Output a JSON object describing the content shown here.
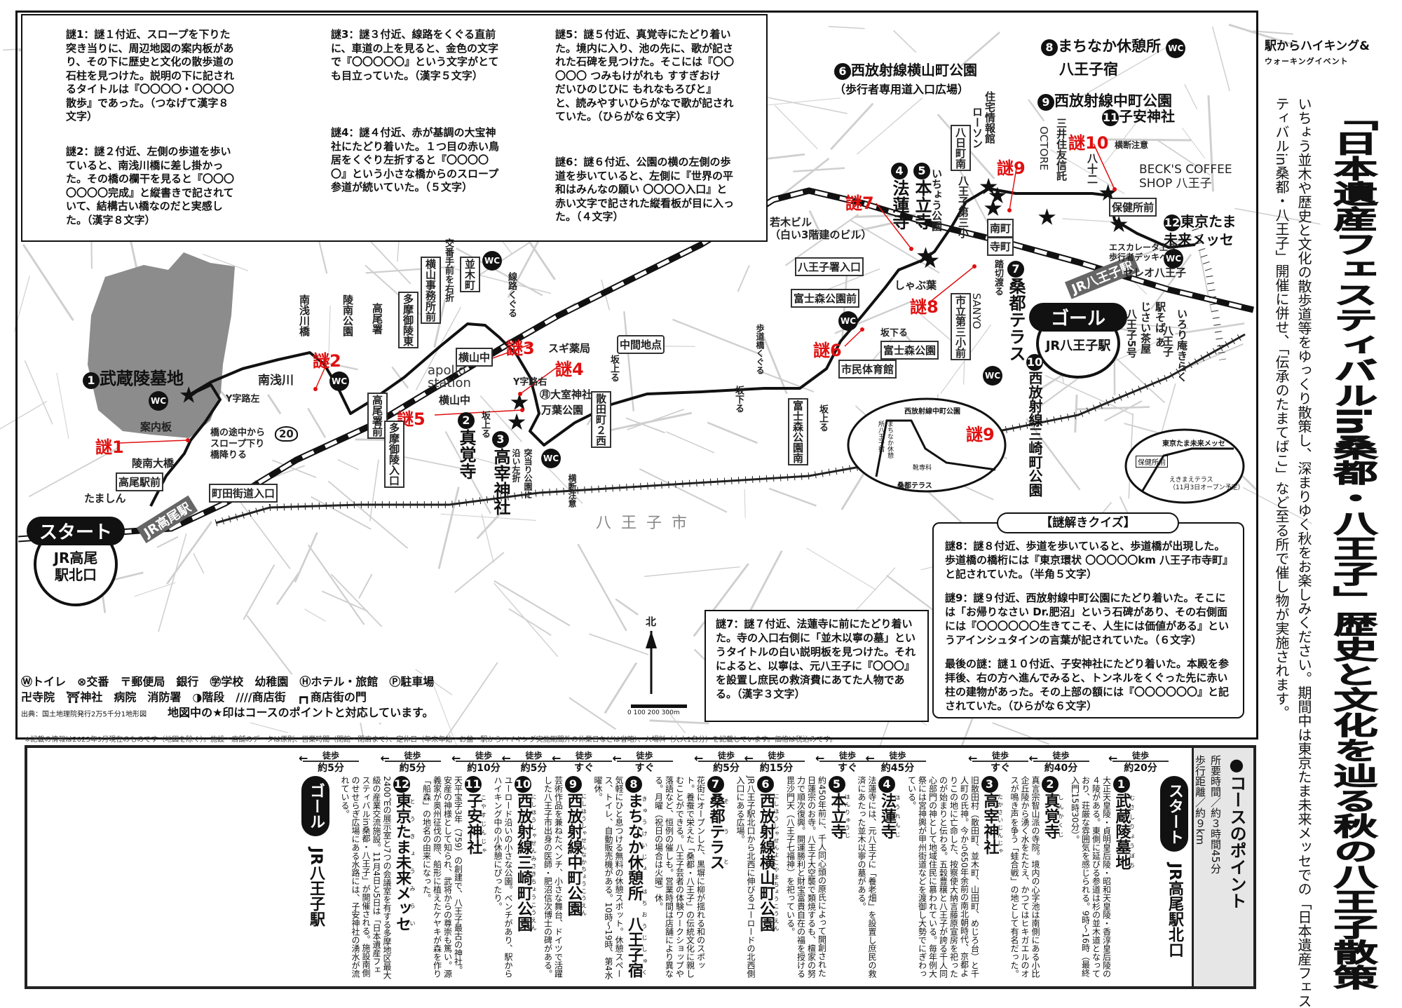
{
  "quiz_top": [
    {
      "label": "謎1",
      "text": "謎1：謎１付近、スロープを下りた突き当りに、周辺地図の案内板があり、その下に歴史と文化の散歩道の石柱を見つけた。説明の下に記されるタイトルは『〇〇〇〇・〇〇〇〇散歩』であった。（つなげて漢字８文字）"
    },
    {
      "label": "謎2",
      "text": "謎2：謎２付近、左側の歩道を歩いていると、南浅川橋に差し掛かった。その橋の欄干を見ると『〇〇〇〇〇〇〇完成』と縦書きで記されていて、結構古い橋なのだと実感した。（漢字８文字）"
    },
    {
      "label": "謎3",
      "text": "謎3：謎３付近、線路をくぐる直前に、車道の上を見ると、金色の文字で『〇〇〇〇〇』という文字がとても目立っていた。（漢字５文字）"
    },
    {
      "label": "謎4",
      "text": "謎4：謎４付近、赤が基調の大宝神社にたどり着いた。１つ目の赤い鳥居をくぐり左折すると『〇〇〇〇〇』という小さな橋からのスロープ参道が続いていた。（５文字）"
    },
    {
      "label": "謎5",
      "text": "謎5：謎５付近、真覚寺にたどり着いた。境内に入り、池の先に、歌が記された石碑を見つけた。そこには『〇〇〇〇〇 つみもけがれも すすぎおけ だいひのじひに もれなもろびと』と、読みやすいひらがなで歌が記されていた。（ひらがな６文字）"
    },
    {
      "label": "謎6",
      "text": "謎6：謎６付近、公園の横の左側の歩道を歩いていると、左側に『世界の平和はみんなの願い 〇〇〇〇入口』と赤い文字で記された縦看板が目に入った。（４文字）"
    }
  ],
  "quiz_7": "謎7：謎７付近、法蓮寺に前にたどり着いた。寺の入口右側に「並木以寧の墓」というタイトルの白い説明板を見つけた。それによると、以寧は、元八王子に『〇〇〇』を設置し庶民の救済費にあてた人物である。（漢字３文字）",
  "quiz_right": {
    "title": "【謎解きクイズ】",
    "items": [
      "謎8：謎８付近、歩道を歩いていると、歩道橋が出現した。歩道橋の橋桁には『東京環状 〇〇〇〇〇km 八王子市寺町』と記されていた。（半角５文字）",
      "謎9：謎９付近、西放射線中町公園にたどり着いた。そこには「お帰りなさい Dr.肥沼」という石碑があり、その右側面には『〇〇〇〇〇〇生きてこそ、人生には価値がある』というアインシュタインの言葉が記されていた。（６文字）",
      "最後の謎：謎１０付近、子安神社にたどり着いた。本殿を参拝後、右の方へ進んでみると、トンネルをくぐった先に赤い柱の建物があった。その上部の額には『〇〇〇〇〇〇』と記されていた。（ひらがな６文字）"
    ]
  },
  "map": {
    "start": {
      "pill": "スタート",
      "name": "JR高尾駅北口"
    },
    "goal": {
      "pill": "ゴール",
      "name": "JR八王子駅"
    },
    "rail_takao": "JR高尾駅",
    "rail_hachioji": "JR八王子駅",
    "city": "八王子市",
    "midpoint": "中間地点",
    "north": "北",
    "scale": "0  100  200  300m",
    "route_no": "20",
    "nazo": [
      "謎1",
      "謎2",
      "謎3",
      "謎4",
      "謎5",
      "謎6",
      "謎7",
      "謎8",
      "謎9",
      "謎10",
      "謎9"
    ],
    "points": [
      {
        "n": "1",
        "name": "武蔵陵墓地"
      },
      {
        "n": "2",
        "name": "真覚寺"
      },
      {
        "n": "3",
        "name": "高宰神社"
      },
      {
        "n": "4",
        "name": "法蓮寺"
      },
      {
        "n": "5",
        "name": "本立寺"
      },
      {
        "n": "6",
        "name": "西放射線横山町公園",
        "sub": "（歩行者専用道入口広場）"
      },
      {
        "n": "7",
        "name": "桑都テラス"
      },
      {
        "n": "8",
        "name": "まちなか休憩所",
        "sub": "八王子宿"
      },
      {
        "n": "9",
        "name": "西放射線中町公園"
      },
      {
        "n": "10",
        "name": "西放射線三崎町公園"
      },
      {
        "n": "11",
        "name": "子安神社"
      },
      {
        "n": "12",
        "name": "東京たま未来メッセ"
      }
    ],
    "wc": "WC",
    "labels": {
      "annai": "案内板",
      "ryonan_ohashi": "陵南大橋",
      "slope": "橋の途中から",
      "slope2": "スロープ下り",
      "slope3": "橋降りる",
      "ylaft": "Y字路左",
      "minamiasakawa": "南浅川",
      "minamiasakawa_bashi": "南浅川橋",
      "ryonan_park": "陵南公園",
      "takao_sho": "高尾署",
      "takao_sho_mae": "高尾署前",
      "tama_goryo_higashi": "多摩御陵東",
      "tama_goryo_iriguchi": "多摩御陵入口",
      "yokoyama_jimusho": "横山事務所前",
      "koban": "交番手前を右折",
      "namiki": "並木町",
      "senro": "線路くぐる",
      "yokoyamachu_box": "横山中",
      "apollo": "apollo",
      "station": "station",
      "yokoyamachu": "横山中",
      "sugi": "スギ薬局",
      "yright": "Y字路右",
      "omuro": "㊊大室神社",
      "manyo": "万葉公園",
      "sakanoboru1": "坂上る",
      "tsukiatari": "突当り公園に沿い左折",
      "odan1": "横断注意",
      "sanda2nishi": "散田町２西",
      "sakanoboru2": "坂上る",
      "sakakudaru1": "坂下る",
      "hodokyo": "歩道橋くぐる",
      "fujimori_minami": "富士森公園南",
      "sakanoboru3": "坂上る",
      "shimin": "市民体育館",
      "fujimori": "富士森公園",
      "sakakudaru2": "坂下る",
      "fujimori_mae": "富士森公園前",
      "hachioji_sho": "八王子署入口",
      "shabu": "しゃぶ葉",
      "wakagi": "若木ビル",
      "wakagi2": "（白い3階建のビル）",
      "icho": "いちょう公園",
      "yokamachi": "八日町南",
      "daisan": "八王子第三小",
      "jutaku": "住宅情報館",
      "lawson": "ローソン",
      "minamicho": "南町",
      "teramachi": "寺町",
      "fumikiri": "踏切渡る",
      "shiritsu": "市立第三小前",
      "sanyo": "SANYO",
      "octore": "OCTORE",
      "mitsui": "三井住友信託",
      "hachijuni": "八十二",
      "odan2": "横断注意",
      "becks": "BECK'S COFFEE",
      "becks2": "SHOP 八王子",
      "hokenjo": "保健所前",
      "escalator": "エスカレータ上り",
      "escalator2": "歩行者デッキへ",
      "celeo": "セレオ八王子",
      "ekisoba": "駅そば あじさい茶屋",
      "hachioji5": "八王子5号",
      "irori": "いろり庵きらく",
      "hachioji_s": "八王子",
      "tamashin": "たましん",
      "takao_eki_mae": "高尾駅前",
      "machida": "町田街道入口",
      "kutsu": "靴専科",
      "inset_9": "西放射線中町公園",
      "inset_7": "桑都テラス",
      "inset_8": "まちなか休憩所八王子宿",
      "inset_12": "東京たま未来メッセ",
      "inset_hoken": "保健所前",
      "ekimae": "えきまえテラス",
      "ekimae2": "（11月3日オープン予定）"
    }
  },
  "legend": {
    "row1": "Ⓦトイレ　⊗交番　〒郵便局　銀行　㊫学校　幼稚園　Ⓗホテル・旅館　Ⓟ駐車場",
    "row2": "卍寺院　⛩神社　病院　消防署　◑階段　////商店街　┏┓商店街の門",
    "source": "出典：国土地理院発行2万5千分1地形図",
    "note": "地図中の★印はコースのポイントと対応しています。"
  },
  "footnote": "※記載の情報は2023年9月現在のものです（地図を除く）。施設・店舗のデータは原則、営業時間（閉館・閉店まで）、定休日（年末年始・お盆・駅からハイキング実施期間外の休業日などは省略）、入場料（大人1名分）を記載しています。価格は税込みです。",
  "title": {
    "logo1": "駅からハイキング&",
    "logo2": "ウォーキングイベント",
    "main": "「日本遺産フェスティバルin桑都・八王子」歴史と文化を辿る秋の八王子散策",
    "sub": "いちょう並木や歴史と文化の散歩道等をゆっくり散策し、深まりゆく秋をお楽しみください。期間中は東京たま未来メッセでの「日本遺産フェスティバルin桑都・八王子」開催に併せ、「伝承のたまてばこ」など至る所で催し物が実施されます。"
  },
  "course": {
    "title": "●コースのポイント",
    "time": "所要時間／約３時間45分",
    "distance": "歩行距離／約９km",
    "walk_label": "徒歩",
    "start": {
      "pill": "スタート",
      "name": "JR高尾駅北口",
      "walk": "約20分"
    },
    "spots": [
      {
        "n": "1",
        "name": "武蔵陵墓地",
        "reading": "むさしりょうぼち",
        "walk": "約40分",
        "body": "大正天皇陵・貞明皇后陵・昭和天皇陵・香淳皇后陵の４陵がある。東側に延びる参道は杉の並木道となっており、荘厳な雰囲気を感じられる。9時〜16時（最終入門15時30分）。"
      },
      {
        "n": "2",
        "name": "真覚寺",
        "reading": "しんかくじ",
        "walk": "すぐ",
        "body": "真言宗智山派の寺院。境内の心字池は南側にある小比企丘陵から湧く水をたたえ、かつてはヒキガエルのオスが鳴き声を争う「蛙合戦」の地として有名だった。"
      },
      {
        "n": "3",
        "name": "高宰神社",
        "reading": "たかさいじんじゃ",
        "walk": "約45分",
        "body": "旧散田村（散田町、並木町、山田町、めじろ台）と千人町の氏神。今から650年余前の南北朝時代、京都よりこの地に亡命した、按察使大納言藤原宣房を祀ったのが始まりと伝わる。五穀豊穣と八王子が誇る千人同心部門の神として地域住民に慕われている。毎年例大祭には宮神輿が甲州街道などを渡御し大勢でにぎわっている。"
      },
      {
        "n": "4",
        "name": "法蓮寺",
        "reading": "ほうれんじ",
        "walk": "すぐ",
        "body": "法蓮寺には、元八王子に「養老畑」を設置し庶民の救済にあたった並木以寧の墓がある。"
      },
      {
        "n": "5",
        "name": "本立寺",
        "reading": "ほんりゅうじ",
        "walk": "約15分",
        "body": "約450年前に、千人同心頭の原氏によって開創された日蓮宗のお寺。八王子大空襲で類焼するも、檀家の努力で順次復興。開運勝利と財宝富貴自在の福を授ける毘沙門天（八王子七福神）を祀っている。"
      },
      {
        "n": "6",
        "name": "西放射線横山町公園",
        "reading": "にしほうしゃせんよこやまちょうこうえん",
        "walk": "約5分",
        "body": "JR八王子駅北口から北西に伸びるユーロードの北西側入口にある広場。"
      },
      {
        "n": "7",
        "name": "桑都テラス",
        "reading": "そうと",
        "walk": "すぐ",
        "body": "花街にオープンした、黒塀に柳が揺れる和のスポット。養蚕で栄えた「桑都・八王子」の伝統文化に親しむことができる。八王子芸者の体験ワークショップや落語など、恒例の催しも。営業時間は店舗により異なる。月曜（祝日の場合は火曜）休。"
      },
      {
        "n": "8",
        "name": "まちなか休憩所　八王子宿",
        "reading": "きゅうけいじょ　はちおうじしゅく",
        "walk": "すぐ",
        "body": "気軽にひと息つける無料の休憩スポット。休憩スペース、トイレ、自動販売機がある。10時〜19時、第4水曜休。"
      },
      {
        "n": "9",
        "name": "西放射線中町公園",
        "reading": "にしほうしゃせんなかちょうこうえん",
        "walk": "約5分",
        "body": "芸術作品を兼ねたベンチ、小さな舞台、ドイツで活躍した八王子市出身の医師・肥沼信次博士の碑がある。"
      },
      {
        "n": "10",
        "name": "西放射線三崎町公園",
        "reading": "にしほうしゃせんみさきちょうこうえん",
        "walk": "約10分",
        "body": "ユーロード沿いの小さな公園。ベンチがあり、駅からハイキング中の小休憩にぴったり。"
      },
      {
        "n": "11",
        "name": "子安神社",
        "reading": "こやすじんじゃ",
        "walk": "約5分",
        "body": "天平宝字3年（759）の創建で、八王子最古の神社。安産の神様として知られ、武将からの尊崇も篤い。源義家が奥州征伐の際、船形に植えたケヤキが森を作り「船森」の地名の由来になった。"
      },
      {
        "n": "12",
        "name": "東京たま未来メッセ",
        "reading": "とうきょうみらい",
        "walk": "約5分",
        "body": "2400㎡の展示室と7つの会議室を有する多摩地区最大級の産業交流施設。11月4日と5日は「日本遺産フェスティバルin桑都・八王子」が開催される。施設南側のせせらぎ広場にある水路には、子安神社の湧水が流れている。"
      }
    ],
    "goal": {
      "pill": "ゴール",
      "name": "JR八王子駅"
    }
  }
}
